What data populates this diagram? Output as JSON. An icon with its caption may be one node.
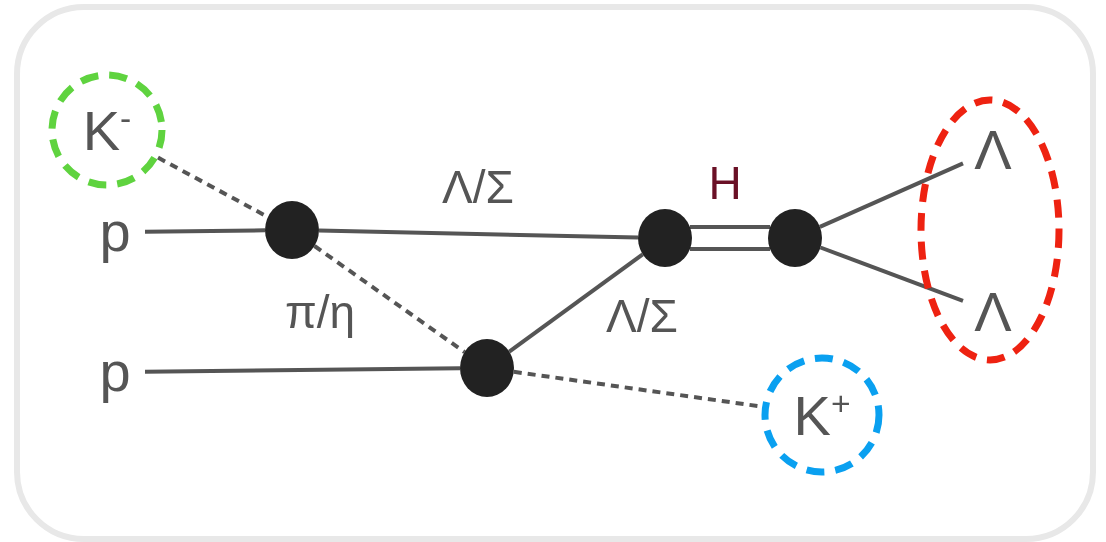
{
  "diagram": {
    "nodes": [
      {
        "text": [
          "K$^{-}$"
        ]
      },
      {
        "text": [
          "p"
        ]
      },
      {
        "text": [],
        "shape": "circle"
      },
      {
        "text": [],
        "shape": "circle"
      },
      {
        "text": [],
        "shape": "circle"
      },
      {
        "text": [],
        "shape": "ellipse"
      },
      {
        "text": [
          "Λ"
        ],
        "in": 5
      },
      {
        "text": [
          "Λ"
        ],
        "in": 5
      },
      {
        "text": [
          "p"
        ]
      },
      {
        "text": [],
        "shape": "circle"
      },
      {
        "text": [
          "K$^{+}$"
        ]
      }
    ],
    "edges": [
      {
        "from": 0,
        "to": 2,
        "arrow": "none",
        "style": "dashed"
      },
      {
        "from": 2,
        "to": 9,
        "arrow": "none",
        "style": "dashed",
        "label": "π/η"
      },
      {
        "from": 9,
        "to": 10,
        "arrow": "none",
        "style": "dashed"
      },
      {
        "from": 1,
        "to": 2,
        "arrow": "none"
      },
      {
        "from": 2,
        "to": 3,
        "arrow": "none",
        "label": "Λ/Σ"
      },
      {
        "from": 3,
        "to": 4,
        "arrow": "none",
        "label": "H"
      },
      {
        "from": 4,
        "to": 6,
        "arrow": "none"
      },
      {
        "from": 4,
        "to": 7,
        "arrow": "none"
      },
      {
        "from": 8,
        "to": 9,
        "arrow": "none"
      },
      {
        "from": 9,
        "to": 3,
        "arrow": "none",
        "label": "Λ/Σ"
      }
    ]
  }
}
